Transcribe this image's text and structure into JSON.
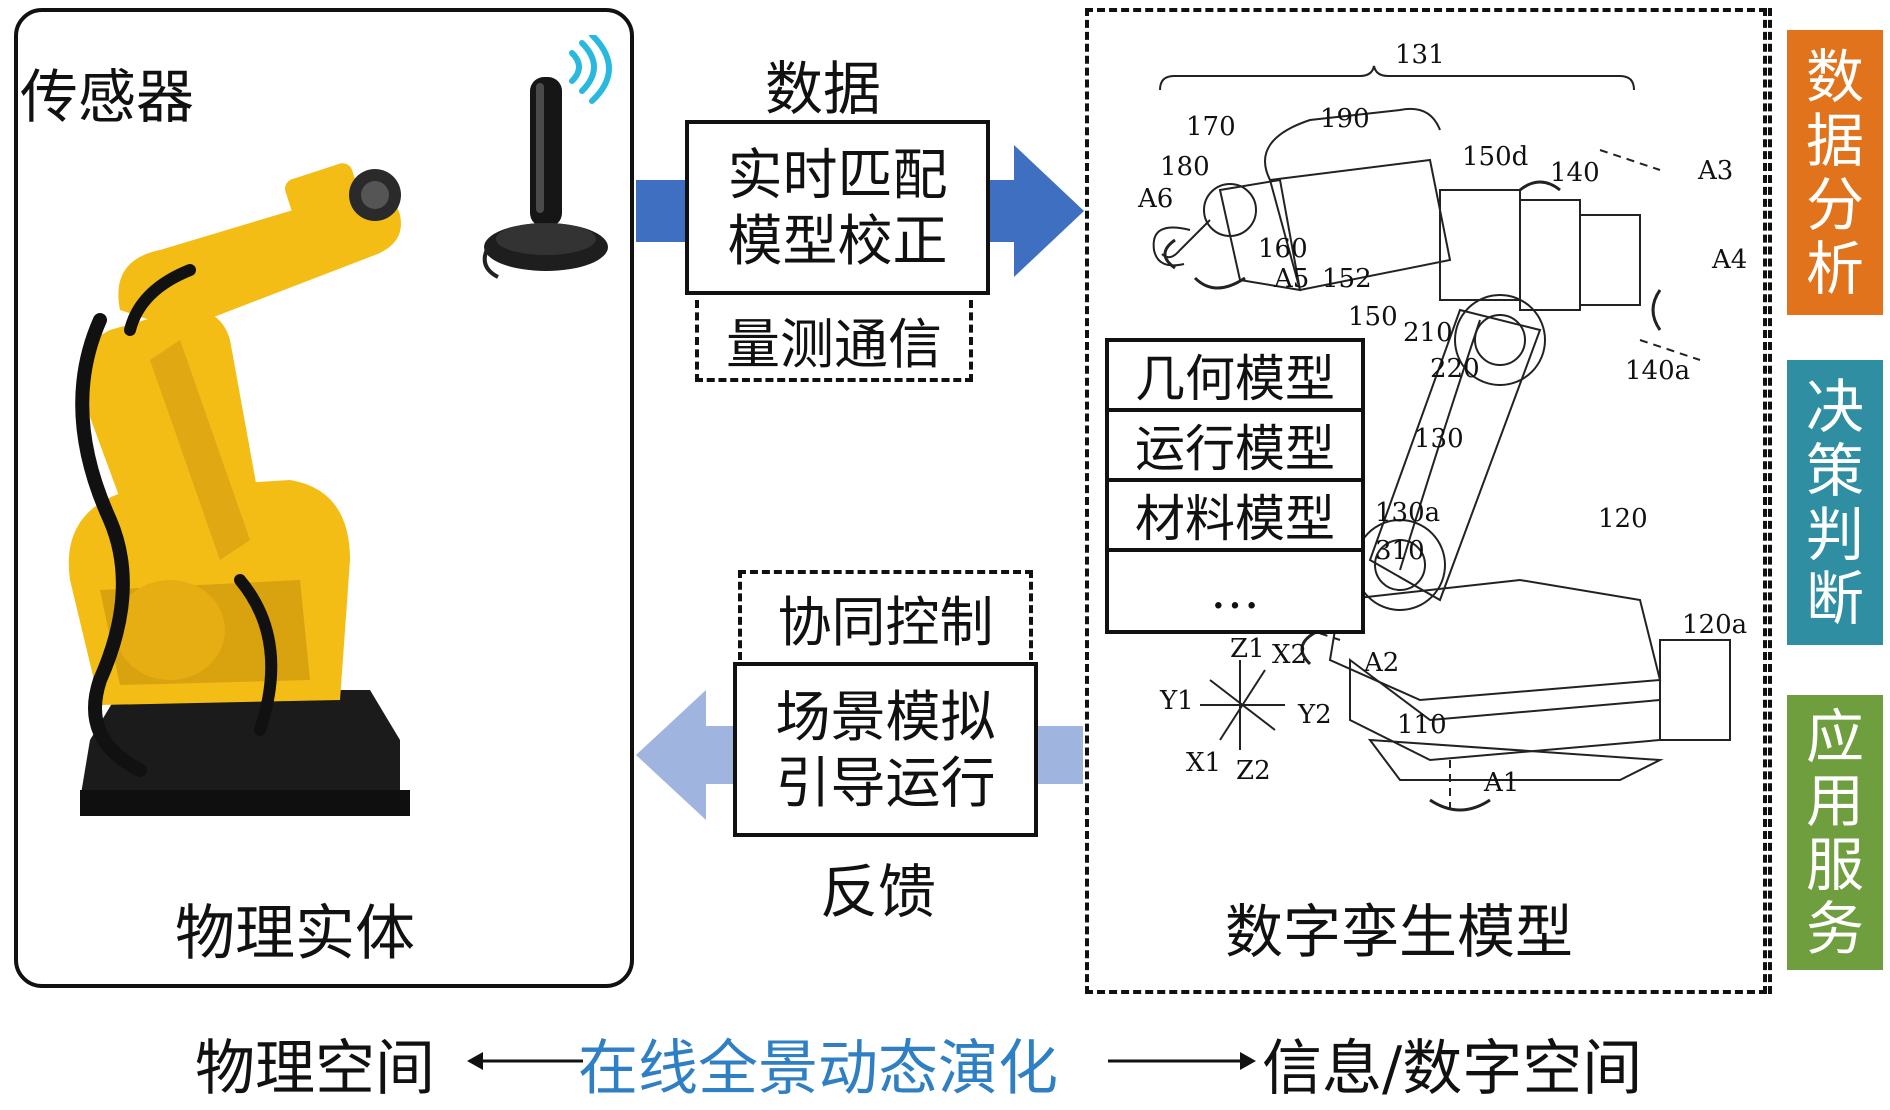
{
  "colors": {
    "analysis": "#e0731b",
    "decision": "#2f8ea2",
    "service": "#6e9e3d",
    "arrow_dark": "#3e6fc1",
    "arrow_light": "#9fb4df",
    "online": "#2f7fc4",
    "robot_yellow": "#f3bd16"
  },
  "physical": {
    "sensor_label": "传感器",
    "entity_label": "物理实体"
  },
  "flow_top": {
    "data_label": "数据",
    "box_line1": "实时匹配",
    "box_line2": "模型校正",
    "dashed_label": "量测通信"
  },
  "flow_bottom": {
    "dashed_label": "协同控制",
    "box_line1": "场景模拟",
    "box_line2": "引导运行",
    "feedback_label": "反馈"
  },
  "twin": {
    "label": "数字孪生模型",
    "models": [
      "几何模型",
      "运行模型",
      "材料模型",
      "…"
    ],
    "callouts": {
      "c131": "131",
      "c170": "170",
      "c190": "190",
      "c180": "180",
      "cA6": "A6",
      "c150d": "150d",
      "c140": "140",
      "cA3": "A3",
      "cA4": "A4",
      "c160": "160",
      "cA5": "A5",
      "c152": "152",
      "c150": "150",
      "c210": "210",
      "c220": "220",
      "c140a": "140a",
      "c130": "130",
      "c130a": "130a",
      "c310": "310",
      "c120": "120",
      "c120a": "120a",
      "cA2": "A2",
      "c110": "110",
      "cA1": "A1"
    },
    "axes": {
      "z1": "Z1",
      "x2": "X2",
      "y1": "Y1",
      "y2": "Y2",
      "x1": "X1",
      "z2": "Z2"
    }
  },
  "sidebar": {
    "analysis": [
      "数",
      "据",
      "分",
      "析"
    ],
    "decision": [
      "决",
      "策",
      "判",
      "断"
    ],
    "service": [
      "应",
      "用",
      "服",
      "务"
    ]
  },
  "bottom": {
    "physical_space": "物理空间",
    "online_evolution": "在线全景动态演化",
    "info_space": "信息/数字空间"
  }
}
